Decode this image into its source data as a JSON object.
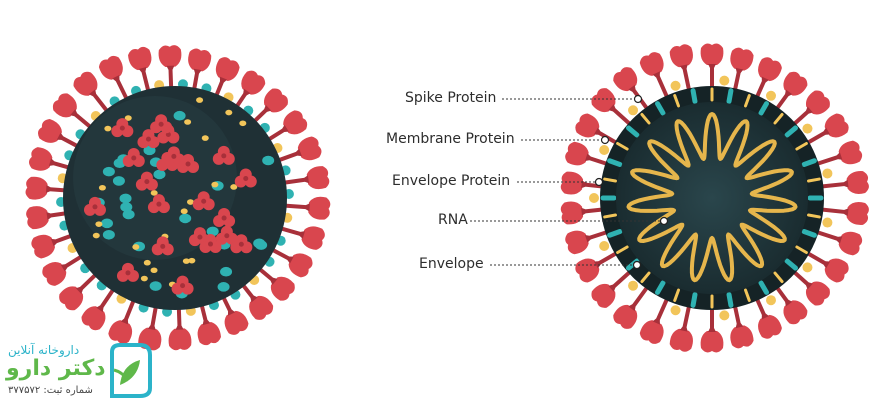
{
  "labels": {
    "spike": "Spike Protein",
    "membrane": "Membrane Protein",
    "envelope_protein": "Envelope Protein",
    "rna": "RNA",
    "envelope": "Envelope"
  },
  "logo": {
    "tagline": "داروخانه آنلاین",
    "brand": "دکتر دارو",
    "registration": "شماره ثبت: ۳۷۷۵۷۲"
  },
  "colors": {
    "spike": "#d9464e",
    "spike_dark": "#a8303a",
    "body": "#1f3035",
    "body_dark": "#152326",
    "teal": "#2fb2b2",
    "yellow": "#f2c55a",
    "rna": "#e6b64c",
    "logo_teal": "#2bb3c9",
    "logo_green": "#5fb84a"
  }
}
